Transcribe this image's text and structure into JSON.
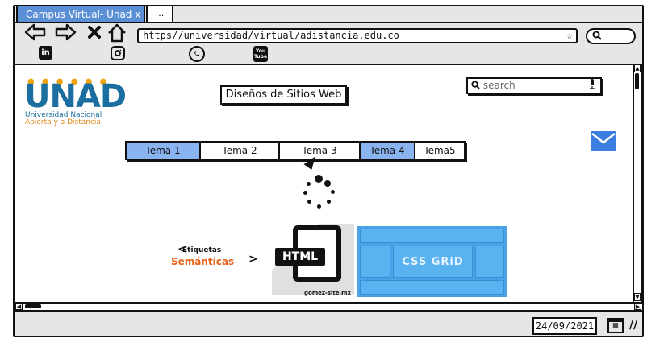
{
  "browser": {
    "tab_title": "Campus Virtual- Unad x",
    "new_tab_label": "...",
    "url": "https//universidad/virtual/adistancia.edu.co",
    "nav": [
      "back-icon",
      "forward-icon",
      "close-icon",
      "home-icon"
    ],
    "search_icon": "search-icon"
  },
  "social": {
    "linkedin": "in",
    "youtube_line1": "You",
    "youtube_line2": "Tube"
  },
  "page": {
    "logo_word": "UNAD",
    "logo_line1": "Universidad Nacional",
    "logo_line2": "Abierta y a Distancia",
    "title": "Diseños de Sitios Web",
    "search_placeholder": "search",
    "tabs": [
      {
        "label": "Tema 1",
        "active": true
      },
      {
        "label": "Tema 2",
        "active": false
      },
      {
        "label": "Tema 3",
        "active": false
      },
      {
        "label": "Tema 4",
        "active": true
      },
      {
        "label": "Tema5",
        "active": false
      }
    ],
    "semantic_tags_line1": "Etiquetas",
    "semantic_tags_line2": "Semánticas",
    "html_label": "HTML",
    "html_site": "gomez-site.mx",
    "css_grid_label": "CSS GRiD"
  },
  "status": {
    "date": "24/09/2021"
  },
  "colors": {
    "tab_accent": "#5b8fd6",
    "active_tab": "#8ab4f0",
    "mail": "#3b7ee0",
    "unad_blue": "#1a6fa0",
    "unad_orange": "#f0a30a"
  }
}
